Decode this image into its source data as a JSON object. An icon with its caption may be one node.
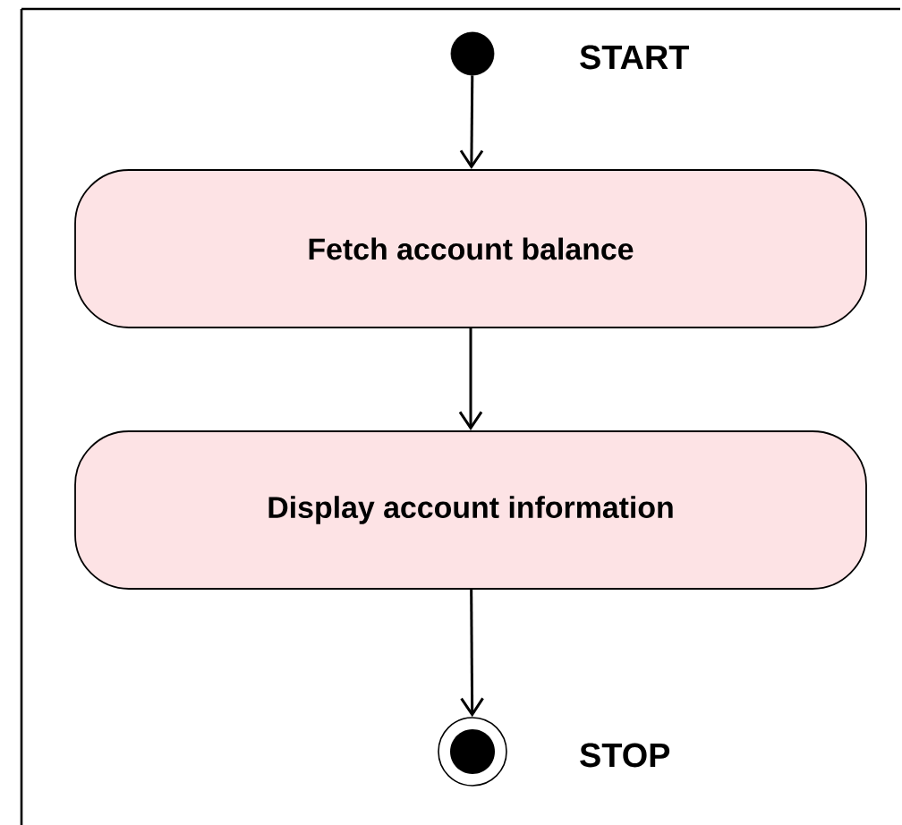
{
  "diagram": {
    "nodes": [
      {
        "text": [],
        "shape": "circle",
        "beside": [
          "START"
        ]
      },
      {
        "text": [
          "Fetch account balance"
        ]
      },
      {
        "text": [
          "Display account information"
        ]
      },
      {
        "text": [],
        "shape": "bullseye",
        "beside": [
          "STOP"
        ]
      }
    ],
    "edges": [
      {
        "from": 0,
        "to": 1,
        "arrow": "to"
      },
      {
        "from": 1,
        "to": 2,
        "arrow": "to"
      },
      {
        "from": 2,
        "to": 3,
        "arrow": "to"
      }
    ]
  }
}
